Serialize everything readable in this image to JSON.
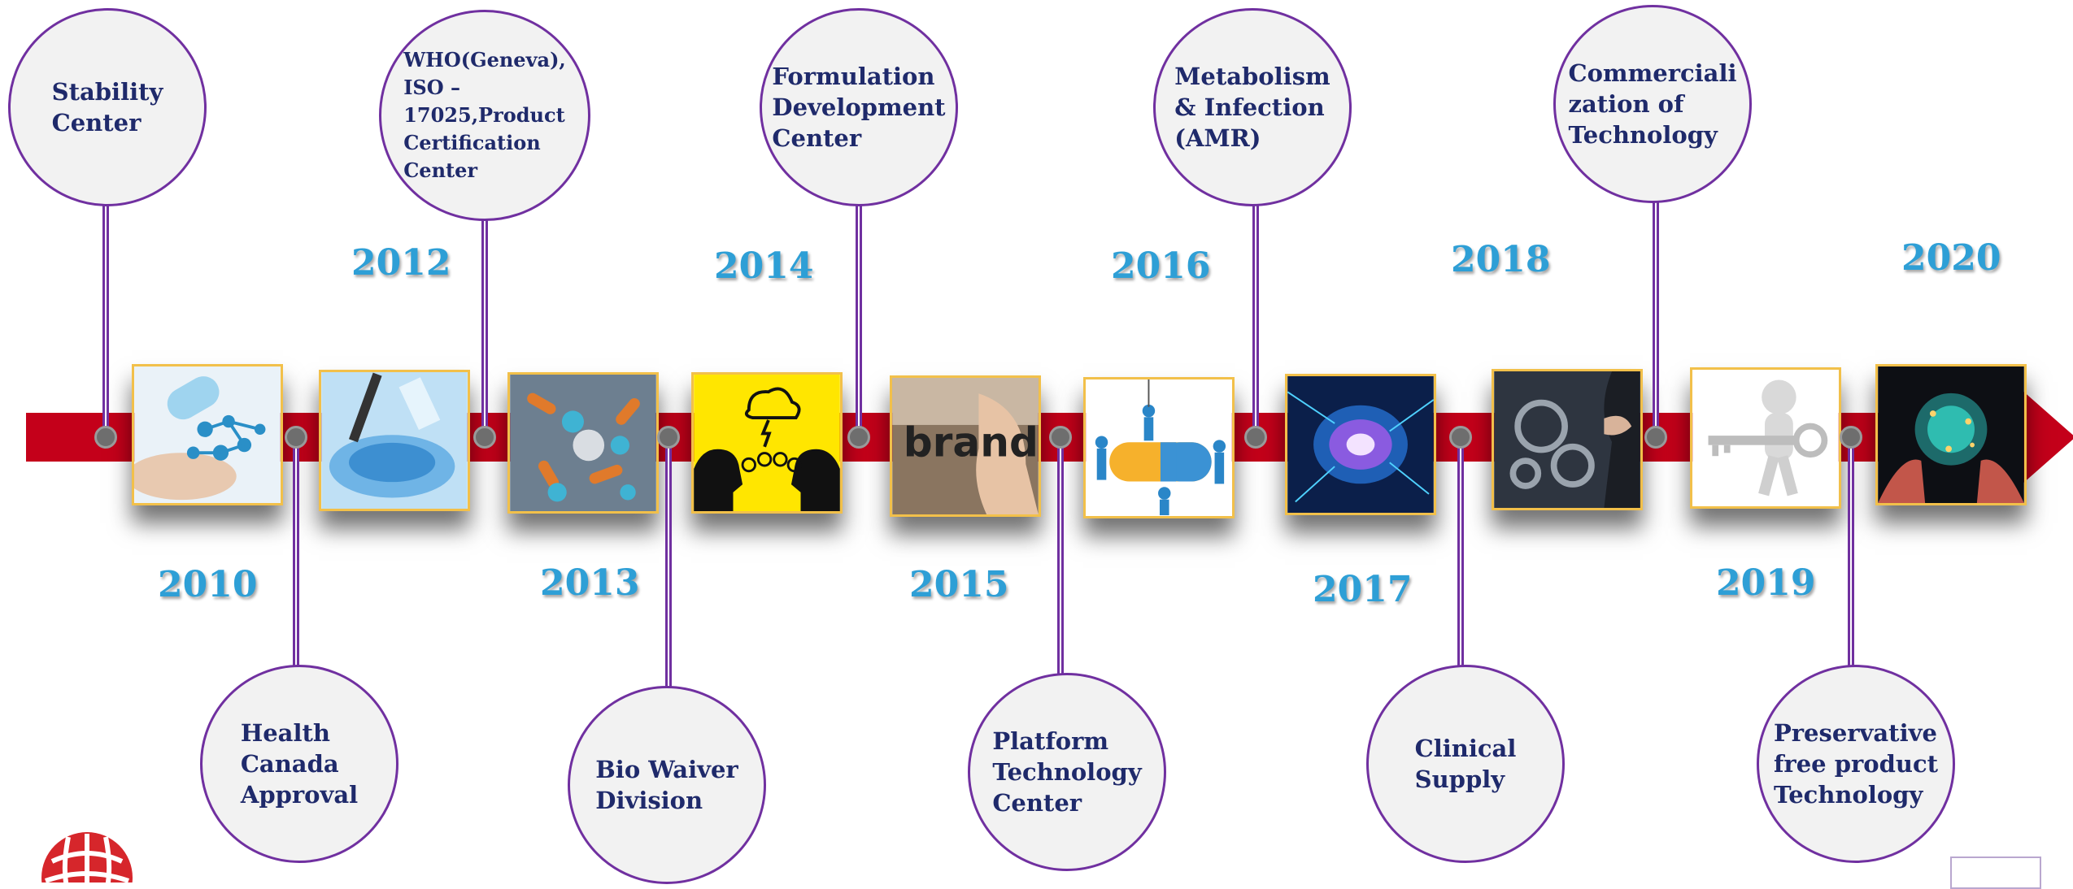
{
  "timeline": {
    "milestones": [
      {
        "label": "Stability\nCenter"
      },
      {
        "label": "Health\nCanada\nApproval"
      },
      {
        "label": "WHO(Geneva),\nISO –\n17025,Product\nCertification\nCenter"
      },
      {
        "label": "Bio Waiver\nDivision"
      },
      {
        "label": "Formulation\nDevelopment\nCenter"
      },
      {
        "label": "Platform\nTechnology\nCenter"
      },
      {
        "label": "Metabolism\n& Infection\n(AMR)"
      },
      {
        "label": "Clinical\nSupply"
      },
      {
        "label": "Commerciali\nzation of\nTechnology"
      },
      {
        "label": "Preservative\nfree product\nTechnology"
      }
    ],
    "years": [
      "2010",
      "2012",
      "2013",
      "2014",
      "2015",
      "2016",
      "2017",
      "2018",
      "2019",
      "2020"
    ],
    "images": [
      {
        "icon": "molecule-hand-icon"
      },
      {
        "icon": "laboratory-pipette-icon"
      },
      {
        "icon": "bacteria-icon"
      },
      {
        "icon": "brainstorm-heads-icon"
      },
      {
        "icon": "brand-icon"
      },
      {
        "icon": "capsule-team-icon"
      },
      {
        "icon": "digital-brain-icon"
      },
      {
        "icon": "gears-hand-icon"
      },
      {
        "icon": "key-figure-icon"
      },
      {
        "icon": "glowing-globe-hands-icon"
      }
    ],
    "brand_word": "brand",
    "colors": {
      "bar": "#c4001a",
      "stem": "#7030a0",
      "circle_text": "#1f2a6b",
      "year": "#2e9fd6",
      "tile_border": "#f2c04a"
    }
  }
}
